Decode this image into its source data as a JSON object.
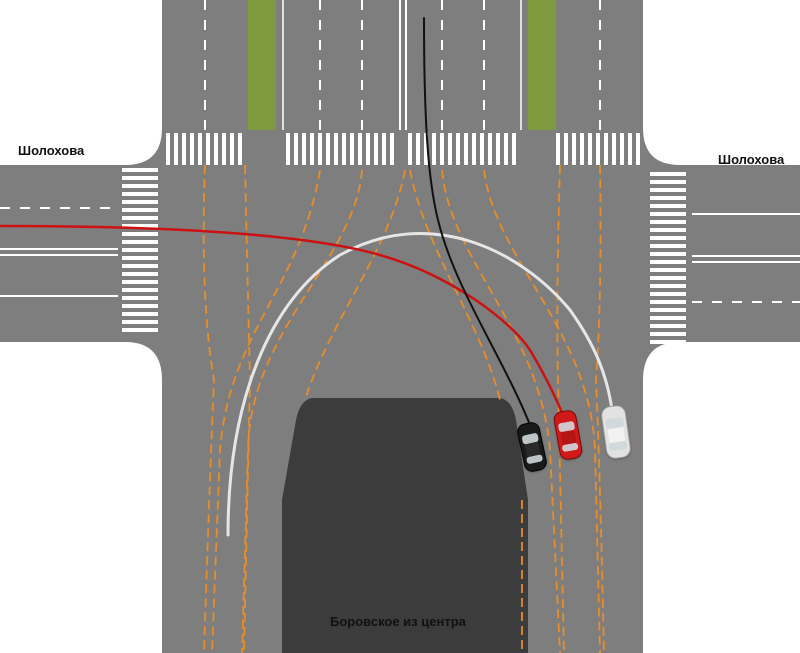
{
  "labels": {
    "street_left": "Шолохова",
    "street_right": "Шолохова",
    "approach": "Боровское из центра"
  },
  "colors": {
    "asphalt": "#7e7e7e",
    "road_edge_shade": "#888888",
    "dark_zone": "#3c3c3c",
    "median_grass": "#7d9a3c",
    "marking_white": "#ffffff",
    "guide_line_orange": "#e88d2a",
    "path_black": "#111111",
    "path_red": "#cc1111",
    "path_white": "#e6e6e6",
    "car_black": "#1a1a1a",
    "car_red": "#d01a1a",
    "car_white": "#e2e2e2"
  },
  "vehicles": [
    {
      "name": "black-car",
      "color": "#1a1a1a",
      "path": "black"
    },
    {
      "name": "red-car",
      "color": "#d01a1a",
      "path": "red"
    },
    {
      "name": "white-car",
      "color": "#e2e2e2",
      "path": "white"
    }
  ]
}
